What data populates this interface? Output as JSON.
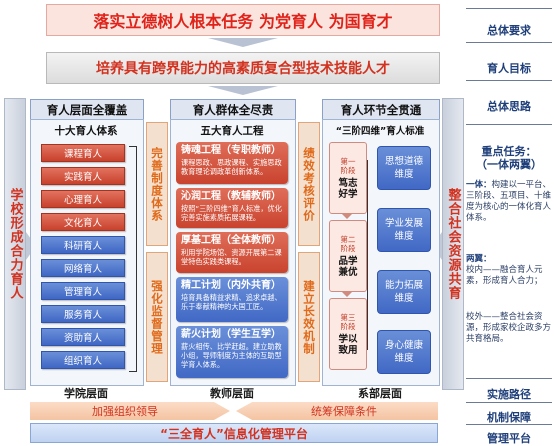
{
  "top": {
    "title": "落实立德树人根本任务 为党育人 为国育才",
    "goal": "培养具有跨界能力的高素质复合型技术技能人才"
  },
  "left_bar": "学校形成合力育人",
  "right_bar": "整合社会资源共育",
  "legend": {
    "overall_req": "总体要求",
    "goal": "育人目标",
    "approach": "总体思路",
    "task_title": "重点任务：",
    "task_sub": "（一体两翼）",
    "yiti_label": "一体：",
    "yiti_text": "构建以一平台、三阶段、五项目、十维度为核心的一体化育人体系。",
    "liangyi_label": "两翼：",
    "liangyi_text1": "校内——融合育人元素，形成育人合力；",
    "liangyi_text2": "校外——整合社会资源，形成家校企政多方共育格局。",
    "path": "实施路径",
    "mechanism": "机制保障",
    "platform": "管理平台"
  },
  "panel1": {
    "header": "育人层面全覆盖",
    "subtitle": "十大育人体系",
    "items": [
      "课程育人",
      "实践育人",
      "心理育人",
      "文化育人",
      "科研育人",
      "网络育人",
      "管理育人",
      "服务育人",
      "资助育人",
      "组织育人"
    ],
    "bottom": "学院层面"
  },
  "col_a": {
    "top": "完善制度体系",
    "bottom": "强化监督管理"
  },
  "panel2": {
    "header": "育人群体全尽责",
    "subtitle": "五大育人工程",
    "cards": [
      {
        "title": "铸魂工程（专职教师）",
        "desc": "课程思政、思政课程、实施思政教育理论调政革创新体系。"
      },
      {
        "title": "沁润工程（教辅教师）",
        "desc": "按照“三阶四维”育人标准，优化完善实施素质拓展课程。"
      },
      {
        "title": "厚基工程（全体教师）",
        "desc": "利用学院场馆、资源开展第二课堂特色实践类课程。"
      },
      {
        "title": "精工计划（内外共育）",
        "desc": "培育具备精益求精、追求卓越、乐于奉献精神的大国工匠。"
      },
      {
        "title": "薪火计划（学生互学）",
        "desc": "薪火相传、比学赶超。建立助教小组，导师制度为主体的互助型学育人体系。"
      }
    ],
    "bottom": "教师层面"
  },
  "col_b": {
    "top": "绩效考核评价",
    "bottom": "建立长效机制"
  },
  "panel3": {
    "header": "育人环节全贯通",
    "subtitle": "“三阶四维”育人标准",
    "stages": [
      {
        "num": "第一阶段",
        "name": "笃志好学"
      },
      {
        "num": "第二阶段",
        "name": "品学兼优"
      },
      {
        "num": "第三阶段",
        "name": "学以致用"
      }
    ],
    "dims": [
      "思想道德维度",
      "学业发展维度",
      "能力拓展维度",
      "身心健康维度"
    ],
    "bottom": "系部层面"
  },
  "bottom": {
    "left_label": "加强组织领导",
    "right_label": "统筹保障条件",
    "platform": "“三全育人”信息化管理平台"
  },
  "colors": {
    "red_title": "#e0231a",
    "blue_box": "#4169c5",
    "red_box": "#c8412c",
    "orange_text": "#e06a1a",
    "side_bar": "#d2321f"
  }
}
